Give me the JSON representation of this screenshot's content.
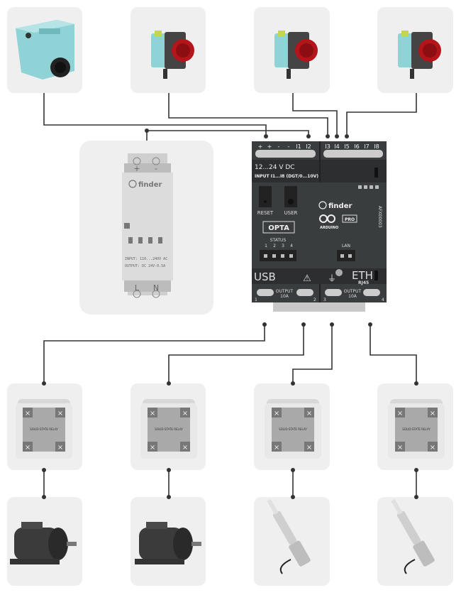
{
  "plc": {
    "terminals_left": [
      "+",
      "+",
      "-",
      "-",
      "I1",
      "I2"
    ],
    "terminals_right": [
      "I3",
      "I4",
      "I5",
      "I6",
      "I7",
      "I8"
    ],
    "voltage": "12...24 V DC",
    "input_label": "INPUT I1...I8 (DGT/0...10V)",
    "reset": "RESET",
    "user": "USER",
    "brand": "finder",
    "model": "OPTA",
    "arduino": "ARDUINO",
    "pro": "PRO",
    "code": "AFX00003",
    "status": "STATUS",
    "status_nums": [
      "1",
      "2",
      "3",
      "4"
    ],
    "lan": "LAN",
    "usb": "USB",
    "eth": "ETH",
    "rj45": "RJ45",
    "output": "OUTPUT",
    "output_rating": "10A",
    "output_nums": [
      "1",
      "2",
      "3",
      "4"
    ]
  },
  "psu": {
    "plus": "+",
    "minus": "-",
    "brand": "finder",
    "input": "INPUT: 110...240V AC",
    "output": "OUTPUT: DC 24V-0.5A",
    "l": "L",
    "n": "N"
  },
  "relay_label": "SOLID-STATE RELAY",
  "colors": {
    "sensor_body": "#8fd3d6",
    "sensor_lens": "#b3151b",
    "plc_body": "#3a3d3e",
    "card": "#efefef",
    "wire": "#333333"
  }
}
